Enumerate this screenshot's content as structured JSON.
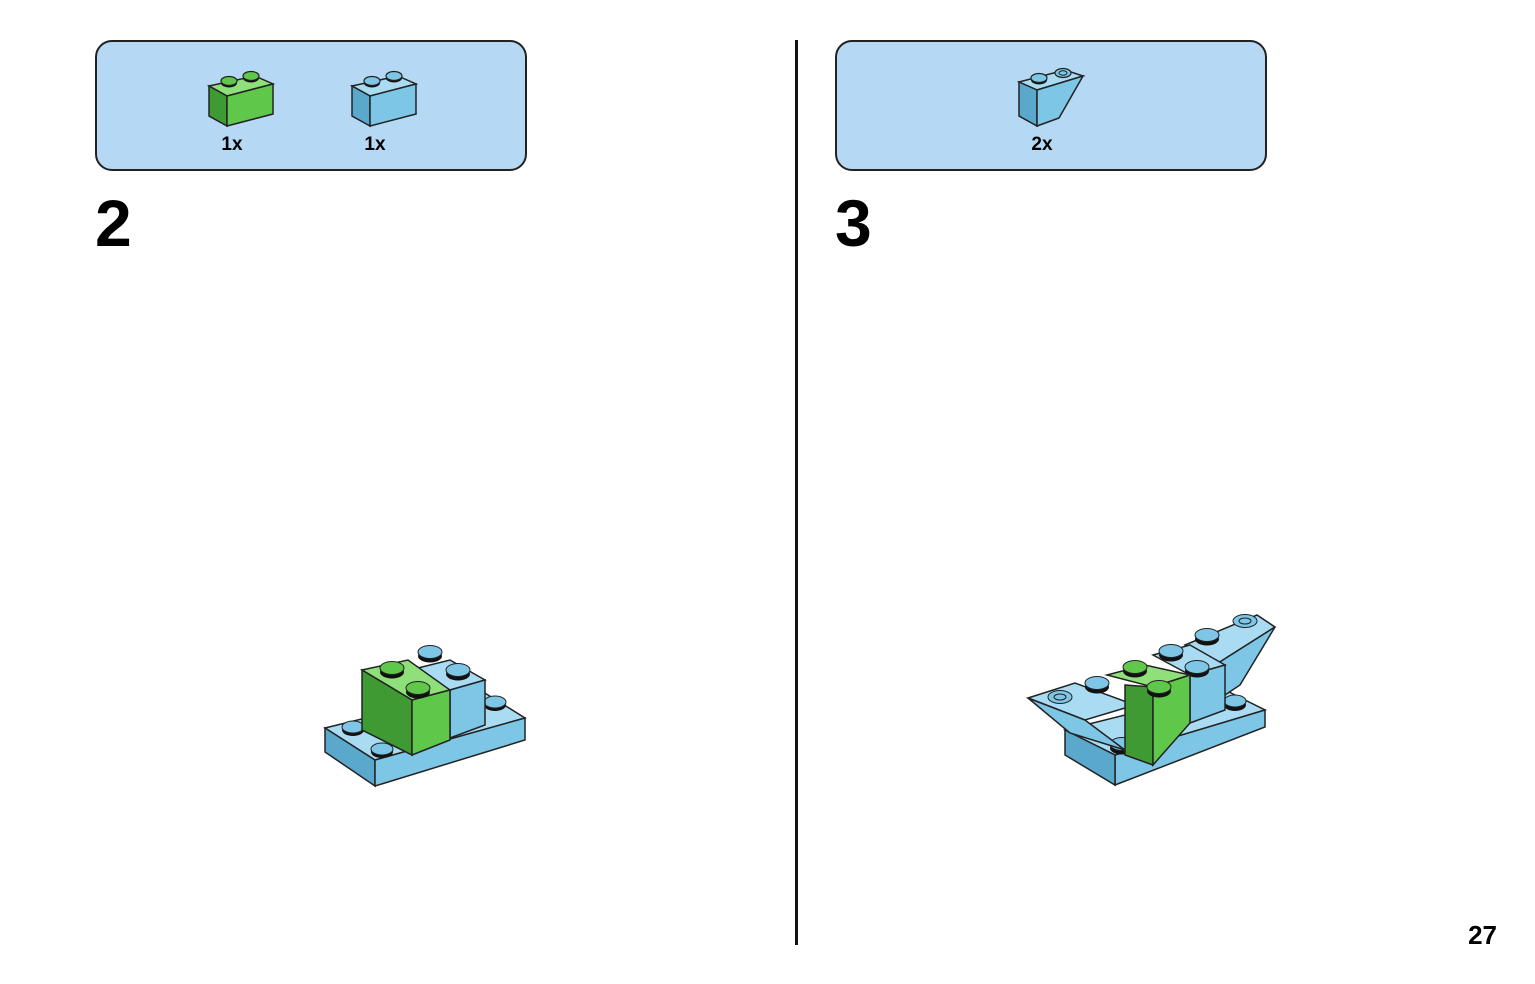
{
  "colors": {
    "parts_box_bg": "#b5d8f5",
    "brick_green": "#5fc84a",
    "brick_green_dark": "#3f9a33",
    "brick_blue": "#7ec6e6",
    "brick_blue_dark": "#5aa8cc"
  },
  "steps": [
    {
      "number": "2",
      "parts": [
        {
          "icon": "green-brick-1x2-icon",
          "qty": "1x"
        },
        {
          "icon": "blue-brick-1x2-icon",
          "qty": "1x"
        }
      ]
    },
    {
      "number": "3",
      "parts": [
        {
          "icon": "blue-inverted-slope-icon",
          "qty": "2x"
        }
      ]
    }
  ],
  "page_number": "27"
}
